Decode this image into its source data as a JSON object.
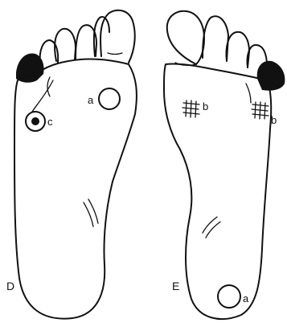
{
  "feet": [
    {
      "id": "right",
      "label": "D",
      "markers": [
        {
          "letter": "a",
          "type": "open-circle"
        },
        {
          "letter": "c",
          "type": "filled-center-circle"
        }
      ]
    },
    {
      "id": "left",
      "label": "E",
      "markers": [
        {
          "letter": "b",
          "type": "hatched"
        },
        {
          "letter": "b",
          "type": "hatched"
        },
        {
          "letter": "a",
          "type": "open-circle"
        }
      ]
    }
  ]
}
